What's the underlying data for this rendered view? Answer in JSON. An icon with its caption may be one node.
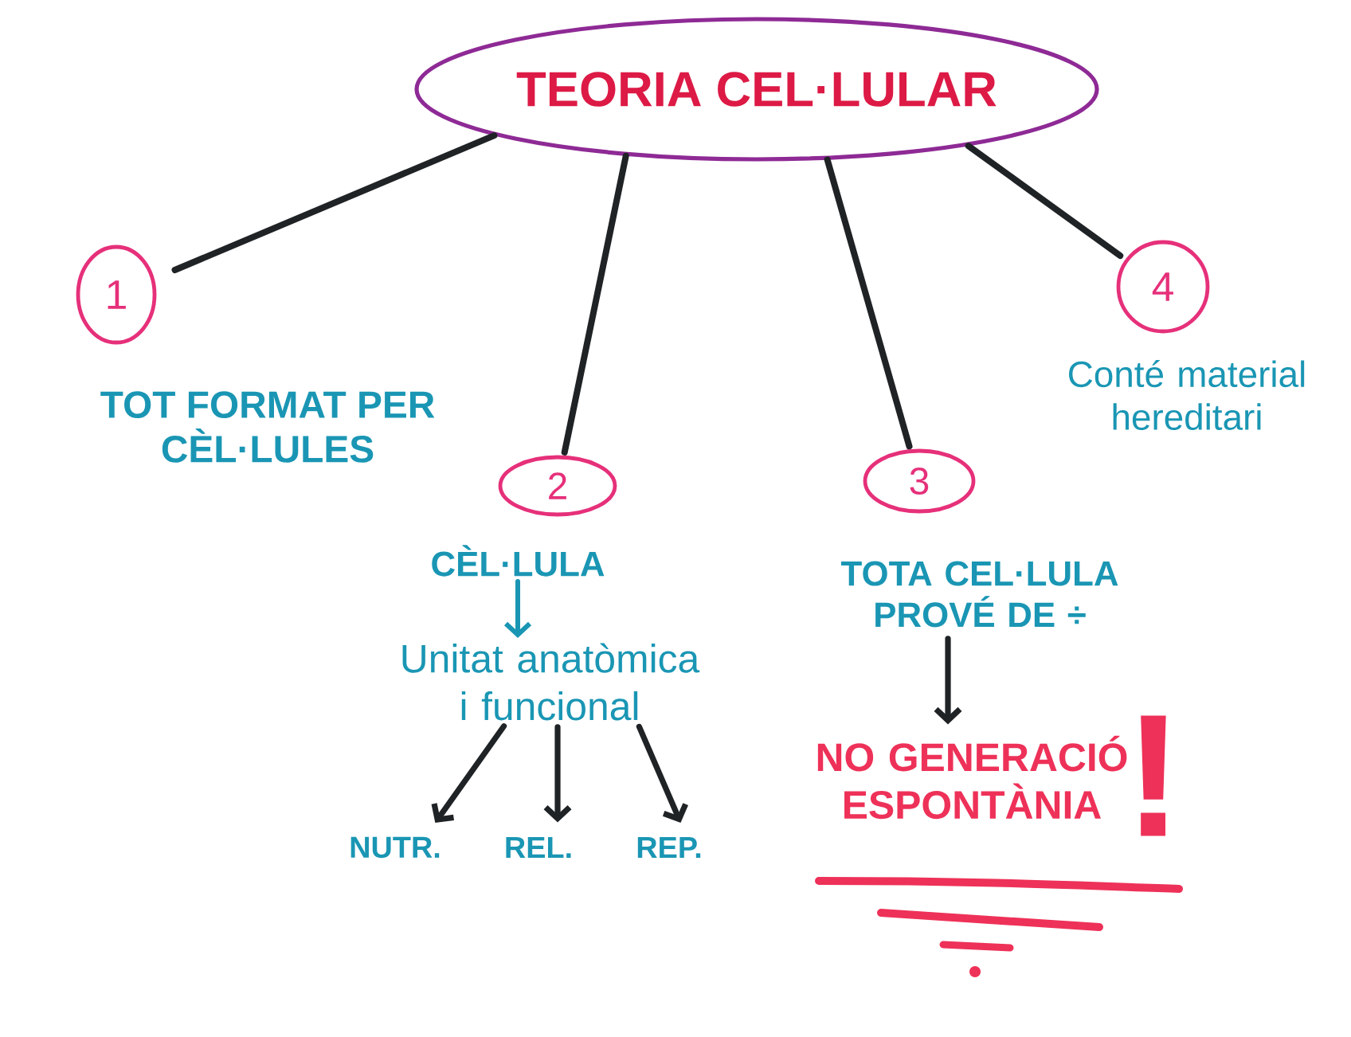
{
  "diagram": {
    "nodes": [
      {
        "text": [
          "TEORIA CEL·LULAR"
        ]
      },
      {
        "text": [
          "1"
        ],
        "beside": [
          "TOT FORMAT PER CÈL·LULES"
        ]
      },
      {
        "text": [
          "2"
        ]
      },
      {
        "text": [
          "CÈL·LULA"
        ]
      },
      {
        "text": [
          "Unitat anatòmica i funcional"
        ]
      },
      {
        "text": [
          "NUTR."
        ]
      },
      {
        "text": [
          "REL."
        ]
      },
      {
        "text": [
          "REP."
        ]
      },
      {
        "text": [
          "3"
        ]
      },
      {
        "text": [
          "TOTA CEL·LULA PROVÉ DE ÷"
        ]
      },
      {
        "text": [
          "NO GENERACIÓ ESPONTÀNIA"
        ],
        "beside": [
          "!"
        ]
      },
      {
        "text": [
          "4"
        ],
        "beside": [
          "Conté material hereditari"
        ]
      }
    ],
    "edges": [
      {
        "from": 0,
        "to": 1,
        "arrow": "none"
      },
      {
        "from": 0,
        "to": 2,
        "arrow": "none"
      },
      {
        "from": 0,
        "to": 8,
        "arrow": "none"
      },
      {
        "from": 0,
        "to": 11,
        "arrow": "none"
      },
      {
        "from": 3,
        "to": 4,
        "arrow": "to",
        "color": "#1a96b4"
      },
      {
        "from": 4,
        "to": 5,
        "arrow": "to"
      },
      {
        "from": 4,
        "to": 6,
        "arrow": "to"
      },
      {
        "from": 4,
        "to": 7,
        "arrow": "to"
      },
      {
        "from": 9,
        "to": 10,
        "arrow": "to"
      }
    ]
  }
}
